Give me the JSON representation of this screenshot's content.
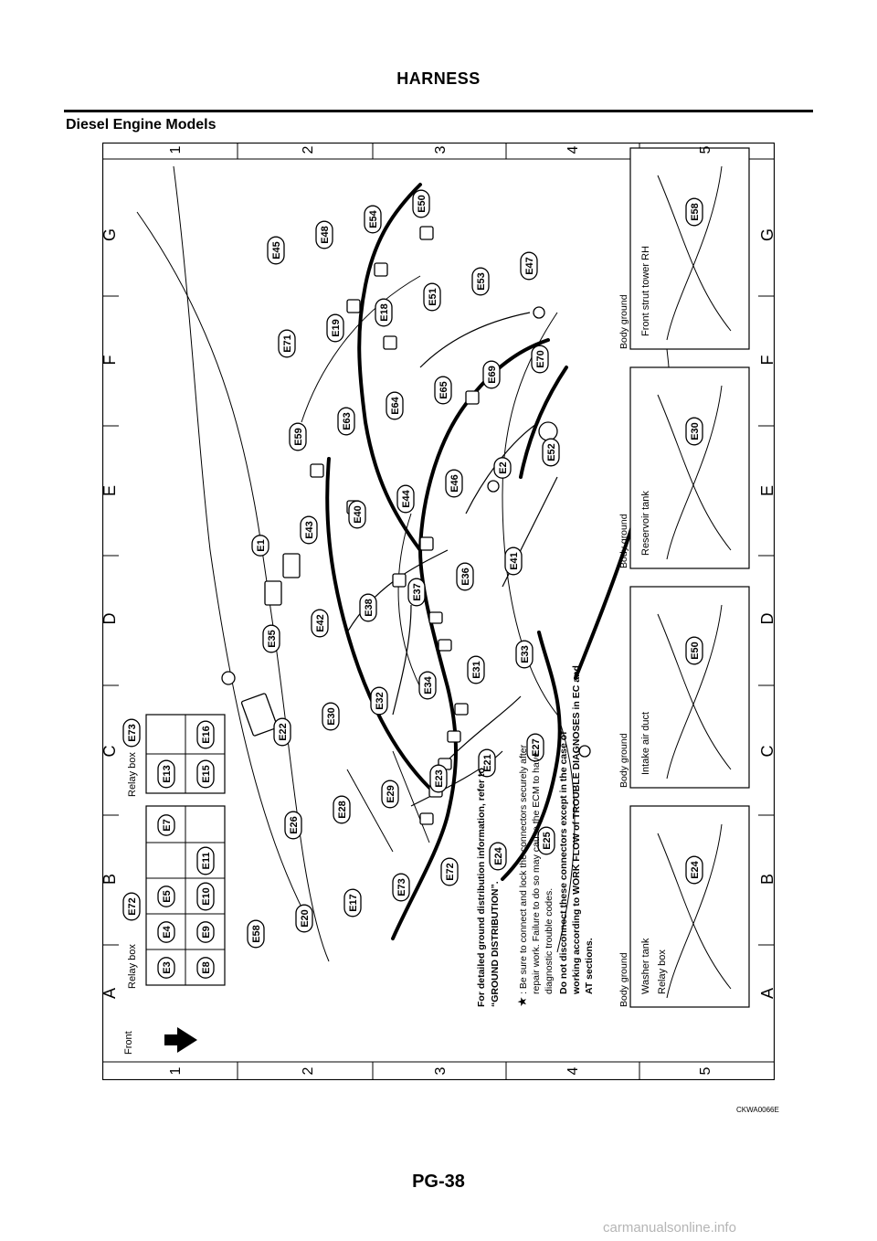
{
  "header": {
    "title": "HARNESS"
  },
  "section": {
    "title": "Diesel Engine Models"
  },
  "grid": {
    "rows": [
      "1",
      "2",
      "3",
      "4",
      "5"
    ],
    "cols": [
      "A",
      "B",
      "C",
      "D",
      "E",
      "F",
      "G"
    ]
  },
  "diagram": {
    "connectors": [
      "E58",
      "E20",
      "E17",
      "E73",
      "E72",
      "E24",
      "E25",
      "E26",
      "E28",
      "E29",
      "E23",
      "E21",
      "E27",
      "E22",
      "E30",
      "E32",
      "E34",
      "E31",
      "E33",
      "E35",
      "E42",
      "E38",
      "E37",
      "E36",
      "E41",
      "E1",
      "E43",
      "E40",
      "E44",
      "E46",
      "E2",
      "E52",
      "E59",
      "E63",
      "E64",
      "E65",
      "E69",
      "E70",
      "E71",
      "E19",
      "E18",
      "E51",
      "E53",
      "E47",
      "E45",
      "E48",
      "E54",
      "E50"
    ],
    "relay_box_1": {
      "label": "Relay box",
      "tag": "E72",
      "cells": [
        "E3",
        "E4",
        "E5",
        "",
        "E7",
        "E8",
        "E9",
        "E10",
        "E11",
        ""
      ]
    },
    "relay_box_2": {
      "label": "Relay box",
      "tag": "E73",
      "cells": [
        "E13",
        "",
        "E15",
        "E16"
      ]
    },
    "front_label": "Front",
    "notes": {
      "ground_info": "For detailed ground distribution information, refer to “GROUND DISTRIBUTION”.",
      "star_note": ": Be sure to connect and lock the connectors securely after repair work. Failure to do so may cause the ECM to have diagnostic trouble codes.",
      "disconnect_note": "Do not disconnect these connectors except in the case of working according to WORK FLOW of TROUBLE DIAGNOSES in EC and AT sections."
    },
    "insets": [
      {
        "title": "Body ground",
        "labels": [
          "Washer tank",
          "Relay box"
        ],
        "connector": "E24"
      },
      {
        "title": "Body ground",
        "labels": [
          "Intake air duct"
        ],
        "connector": "E50"
      },
      {
        "title": "Body ground",
        "labels": [
          "Reservoir tank"
        ],
        "connector": "E30"
      },
      {
        "title": "Body ground",
        "labels": [
          "Front strut tower RH"
        ],
        "connector": "E58"
      }
    ]
  },
  "footer": {
    "figure_code": "CKWA0066E",
    "page": "PG-38",
    "site": "carmanualsonline.info"
  }
}
